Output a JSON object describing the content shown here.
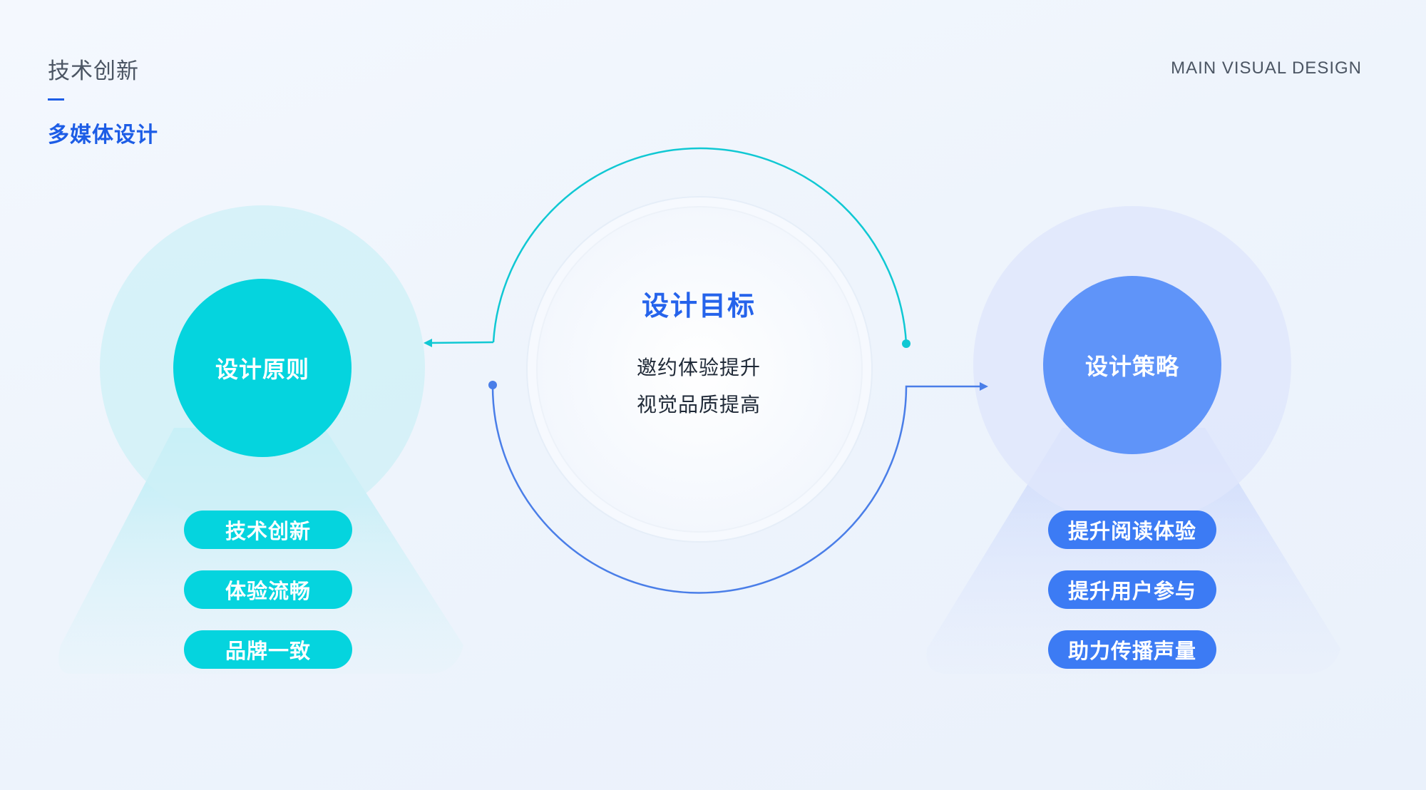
{
  "header": {
    "category": "技术创新",
    "subtitle": "多媒体设计",
    "tagline": "MAIN VISUAL DESIGN"
  },
  "center": {
    "title": "设计目标",
    "lines": [
      "邀约体验提升",
      "视觉品质提高"
    ]
  },
  "left": {
    "title": "设计原则",
    "items": [
      "技术创新",
      "体验流畅",
      "品牌一致"
    ]
  },
  "right": {
    "title": "设计策略",
    "items": [
      "提升阅读体验",
      "提升用户参与",
      "助力传播声量"
    ]
  },
  "colors": {
    "cyan": "#05d4de",
    "blue": "#3c7bf4",
    "brand": "#1d5de6"
  }
}
